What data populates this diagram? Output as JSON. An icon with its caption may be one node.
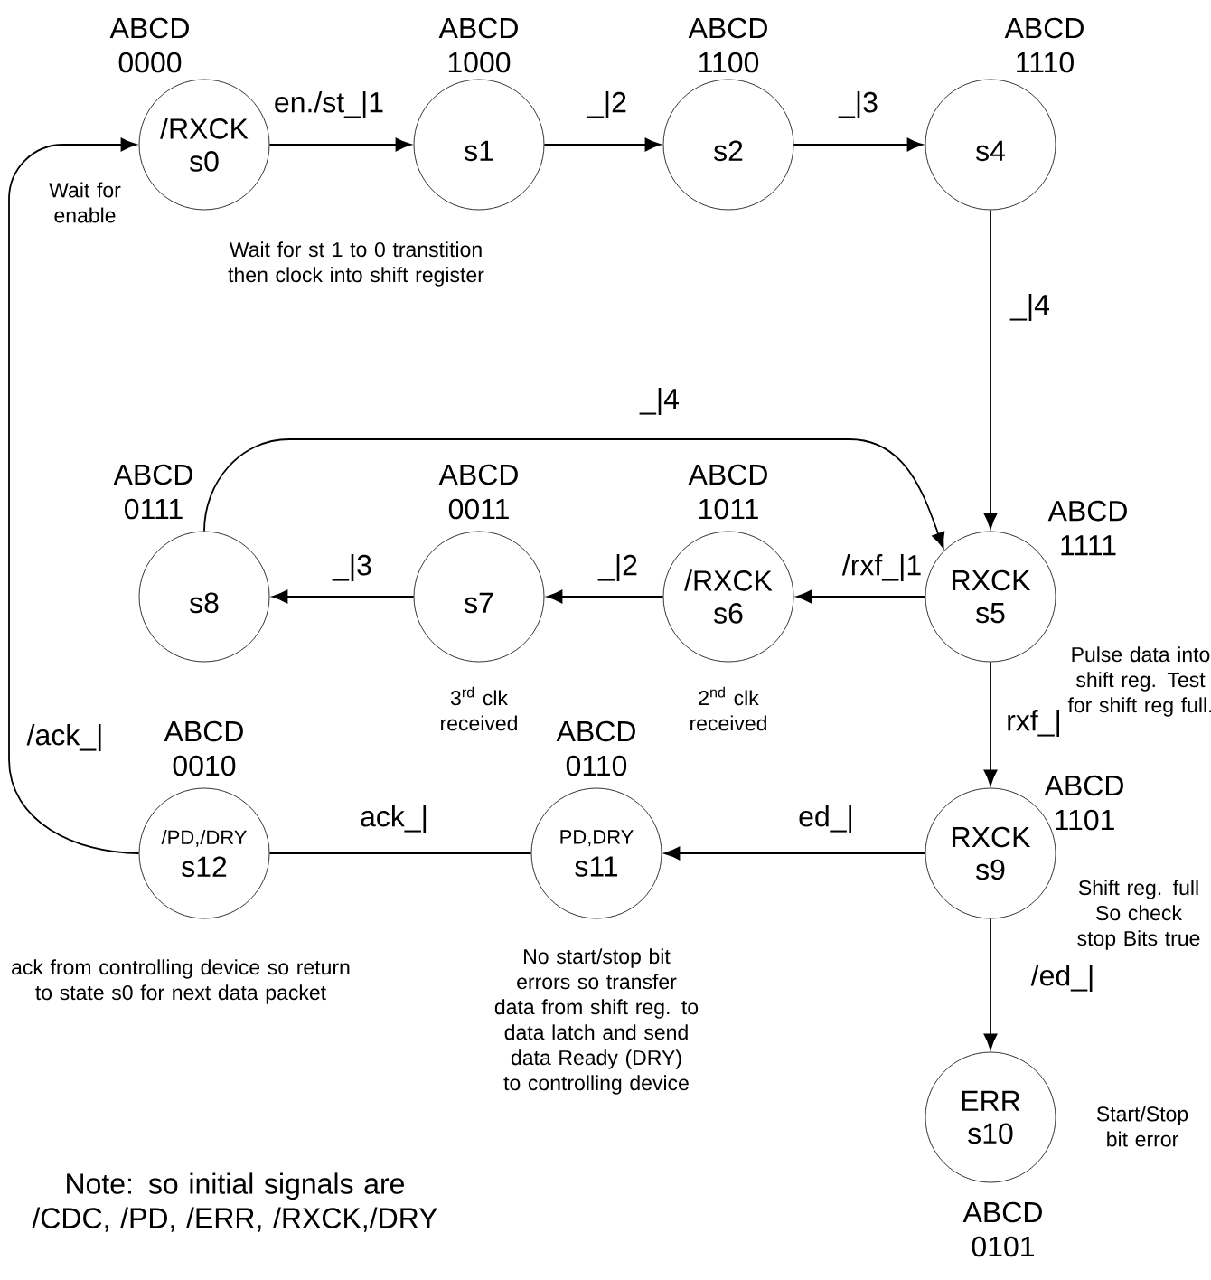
{
  "diagram": {
    "nodes": [
      {
        "text": [
          "/RXCK",
          "s0"
        ],
        "beside": [
          "ABCD 0000",
          "Wait for enable"
        ]
      },
      {
        "text": [
          "s1"
        ],
        "beside": [
          "ABCD 1000",
          "Wait for st 1 to 0 transtition then clock into shift register"
        ]
      },
      {
        "text": [
          "s2"
        ],
        "beside": [
          "ABCD 1100"
        ]
      },
      {
        "text": [
          "s4"
        ],
        "beside": [
          "ABCD 1110"
        ]
      },
      {
        "text": [
          "RXCK",
          "s5"
        ],
        "beside": [
          "ABCD 1111",
          "Pulse data into shift reg. Test for shift reg full."
        ]
      },
      {
        "text": [
          "/RXCK",
          "s6"
        ],
        "beside": [
          "ABCD 1011",
          "2$^{nd}$ clk received"
        ]
      },
      {
        "text": [
          "s7"
        ],
        "beside": [
          "ABCD 0011",
          "3$^{rd}$ clk received"
        ]
      },
      {
        "text": [
          "s8"
        ],
        "beside": [
          "ABCD 0111"
        ]
      },
      {
        "text": [
          "/PD,/DRY",
          "s12"
        ],
        "beside": [
          "ABCD 0010",
          "ack from controlling device so return to state s0 for next data packet"
        ]
      },
      {
        "text": [
          "PD,DRY",
          "s11"
        ],
        "beside": [
          "ABCD 0110",
          "No start/stop bit errors so transfer data from shift reg. to data latch and send data Ready (DRY) to controlling device"
        ]
      },
      {
        "text": [
          "RXCK",
          "s9"
        ],
        "beside": [
          "ABCD 1101",
          "Shift reg. full So check stop Bits true"
        ]
      },
      {
        "text": [
          "ERR",
          "s10"
        ],
        "beside": [
          "ABCD 0101",
          "Start/Stop bit error"
        ]
      }
    ],
    "edges": [
      {
        "from": 0,
        "to": 1,
        "arrow": "to",
        "label": "en./st_|1"
      },
      {
        "from": 1,
        "to": 2,
        "arrow": "to",
        "label": "_|2"
      },
      {
        "from": 2,
        "to": 3,
        "arrow": "to",
        "label": "_|3"
      },
      {
        "from": 3,
        "to": 4,
        "arrow": "to",
        "label": "_|4"
      },
      {
        "from": 7,
        "to": 4,
        "arrow": "to",
        "label": "_|4"
      },
      {
        "from": 4,
        "to": 5,
        "arrow": "to",
        "label": "/rxf_|1"
      },
      {
        "from": 5,
        "to": 6,
        "arrow": "to",
        "label": "_|2"
      },
      {
        "from": 6,
        "to": 7,
        "arrow": "to",
        "label": "_|3"
      },
      {
        "from": 4,
        "to": 10,
        "arrow": "to",
        "label": "rxf_|"
      },
      {
        "from": 10,
        "to": 9,
        "arrow": "to",
        "label": "ed_|"
      },
      {
        "from": 10,
        "to": 11,
        "arrow": "to",
        "label": "/ed_|"
      },
      {
        "from": 9,
        "to": 8,
        "arrow": "none",
        "label": "ack_|"
      },
      {
        "from": 8,
        "to": 0,
        "arrow": "to",
        "label": "/ack_|"
      }
    ],
    "labels": [
      "Note: so initial signals are /CDC, /PD, /ERR, /RXCK,/DRY"
    ]
  }
}
